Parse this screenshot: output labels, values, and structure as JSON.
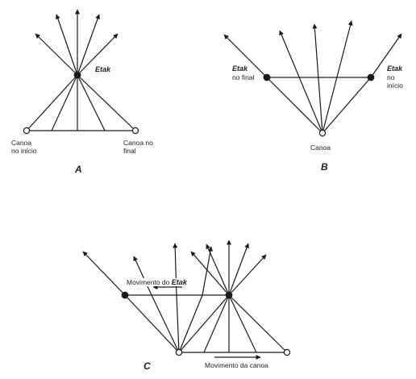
{
  "diagram_a": {
    "letter": "A",
    "etak_label": "Etak",
    "canoe_start_label": "Canoa\nno início",
    "canoe_end_label": "Canoa no\nfinal"
  },
  "diagram_b": {
    "letter": "B",
    "etak_end_label": "Etak",
    "etak_end_sub": "no final",
    "etak_start_label": "Etak",
    "etak_start_sub": "no\ninício",
    "canoe_label": "Canoa"
  },
  "diagram_c": {
    "letter": "C",
    "etak_movement_prefix": "Movimento do ",
    "etak_movement_word": "Etak",
    "canoe_movement_label": "Movimento da canoa"
  },
  "colors": {
    "line": "#1a1a1a",
    "text": "#222222",
    "background": "#ffffff"
  }
}
